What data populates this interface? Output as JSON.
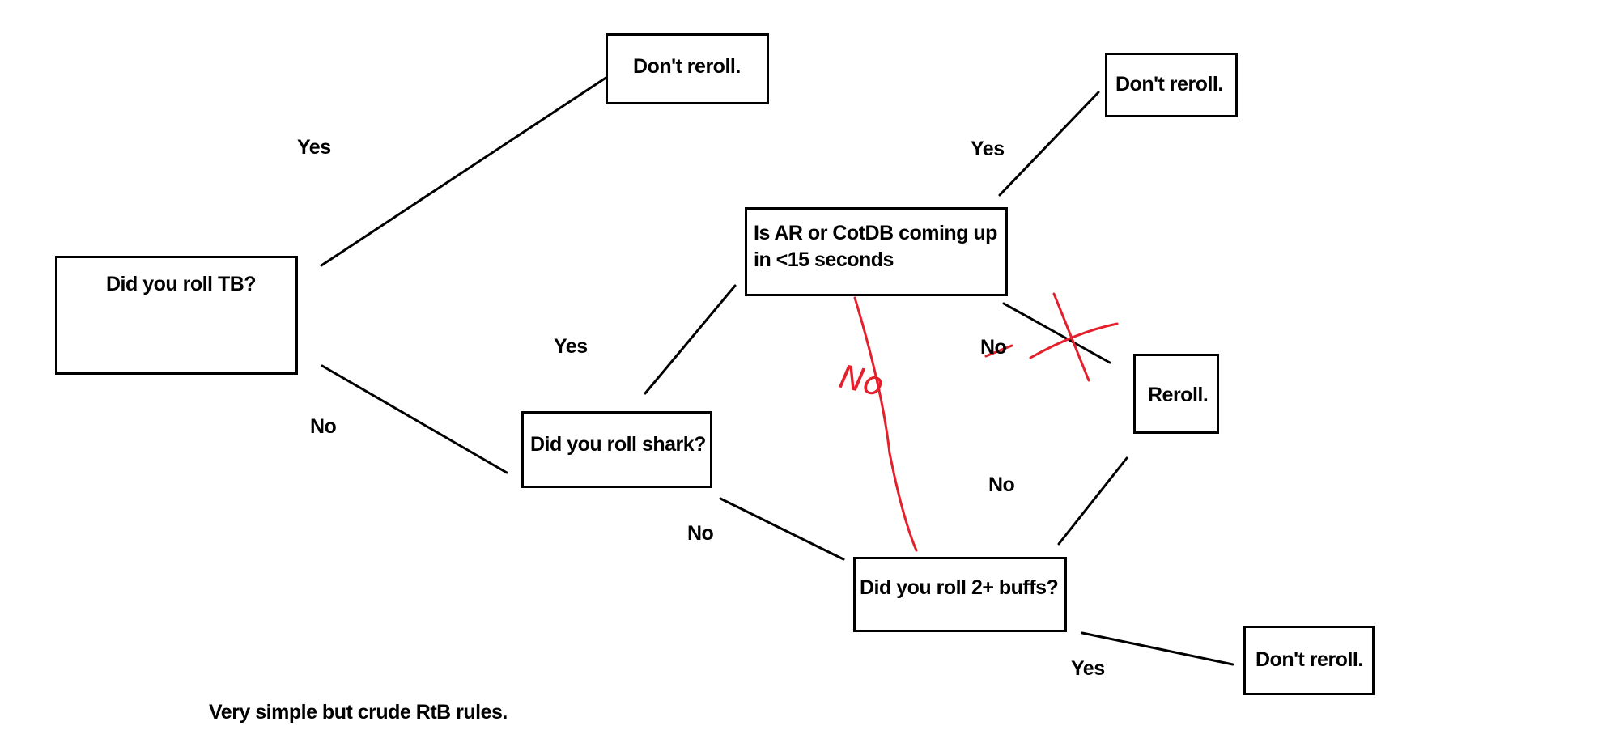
{
  "nodes": {
    "did_you_roll_tb": "Did you roll TB?",
    "dont_reroll_top": "Don't reroll.",
    "dont_reroll_right": "Don't reroll.",
    "ar_cotdb_question": "Is AR or CotDB coming up in <15 seconds",
    "did_you_roll_shark": "Did you roll shark?",
    "reroll": "Reroll.",
    "did_you_roll_2_buffs": "Did you roll 2+ buffs?",
    "dont_reroll_bottom": "Don't reroll."
  },
  "edge_labels": {
    "tb_yes": "Yes",
    "tb_no": "No",
    "shark_yes": "Yes",
    "shark_no": "No",
    "ar_yes": "Yes",
    "ar_no_crossed": "No",
    "ar_no_red": "No",
    "buffs_no": "No",
    "buffs_yes": "Yes"
  },
  "caption": "Very simple but crude RtB rules.",
  "colors": {
    "ink": "#000000",
    "annotation": "#e3202c",
    "background": "#ffffff"
  }
}
